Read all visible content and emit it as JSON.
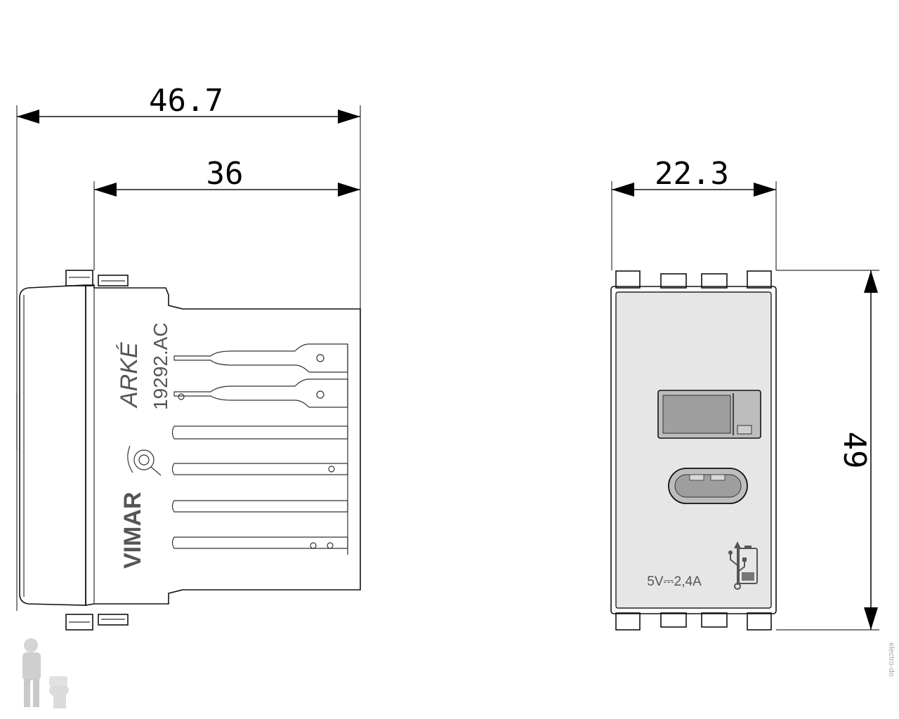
{
  "dimensions": {
    "overall_depth": "46.7",
    "body_depth": "36",
    "width": "22.3",
    "height": "49"
  },
  "side_view": {
    "series_mark": "ARKÉ",
    "article_code": "19292.AC",
    "brand": "VIMAR"
  },
  "front_view": {
    "rating": "5V⎓2,4A"
  },
  "watermark": "electro-do",
  "icons": [
    "plumber-figure-icon",
    "usb-symbol-icon",
    "battery-icon",
    "quality-mark-icon"
  ],
  "colors": {
    "line": "#111111",
    "face_fill": "#e6e6e6",
    "background": "#ffffff"
  }
}
